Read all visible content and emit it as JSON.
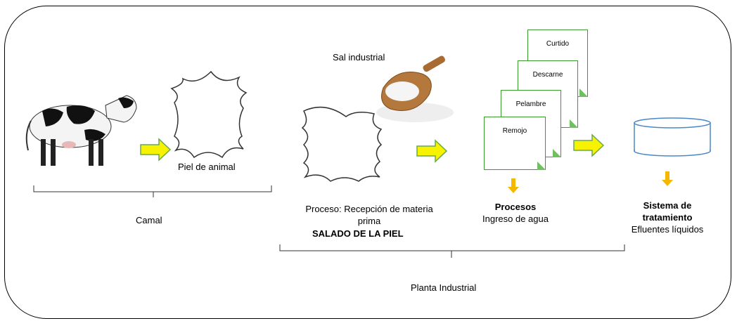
{
  "labels": {
    "piel_animal": "Piel de animal",
    "camal": "Camal",
    "sal_industrial": "Sal industrial",
    "proceso_line1": "Proceso: Recepción de materia",
    "proceso_line2": "prima",
    "salado": "SALADO DE LA PIEL",
    "procesos_title": "Procesos",
    "procesos_sub": "Ingreso de agua",
    "sistema_line1": "Sistema de",
    "sistema_line2": "tratamiento",
    "sistema_sub": "Efluentes líquidos",
    "planta": "Planta Industrial"
  },
  "process_steps": [
    "Curtido",
    "Descarne",
    "Pelambre",
    "Remojo"
  ],
  "colors": {
    "arrow_fill": "#f6f200",
    "arrow_stroke": "#6aa84f",
    "down_arrow": "#f5b800",
    "doc_border": "#3a9a2e",
    "tank_border": "#4a88c8"
  }
}
